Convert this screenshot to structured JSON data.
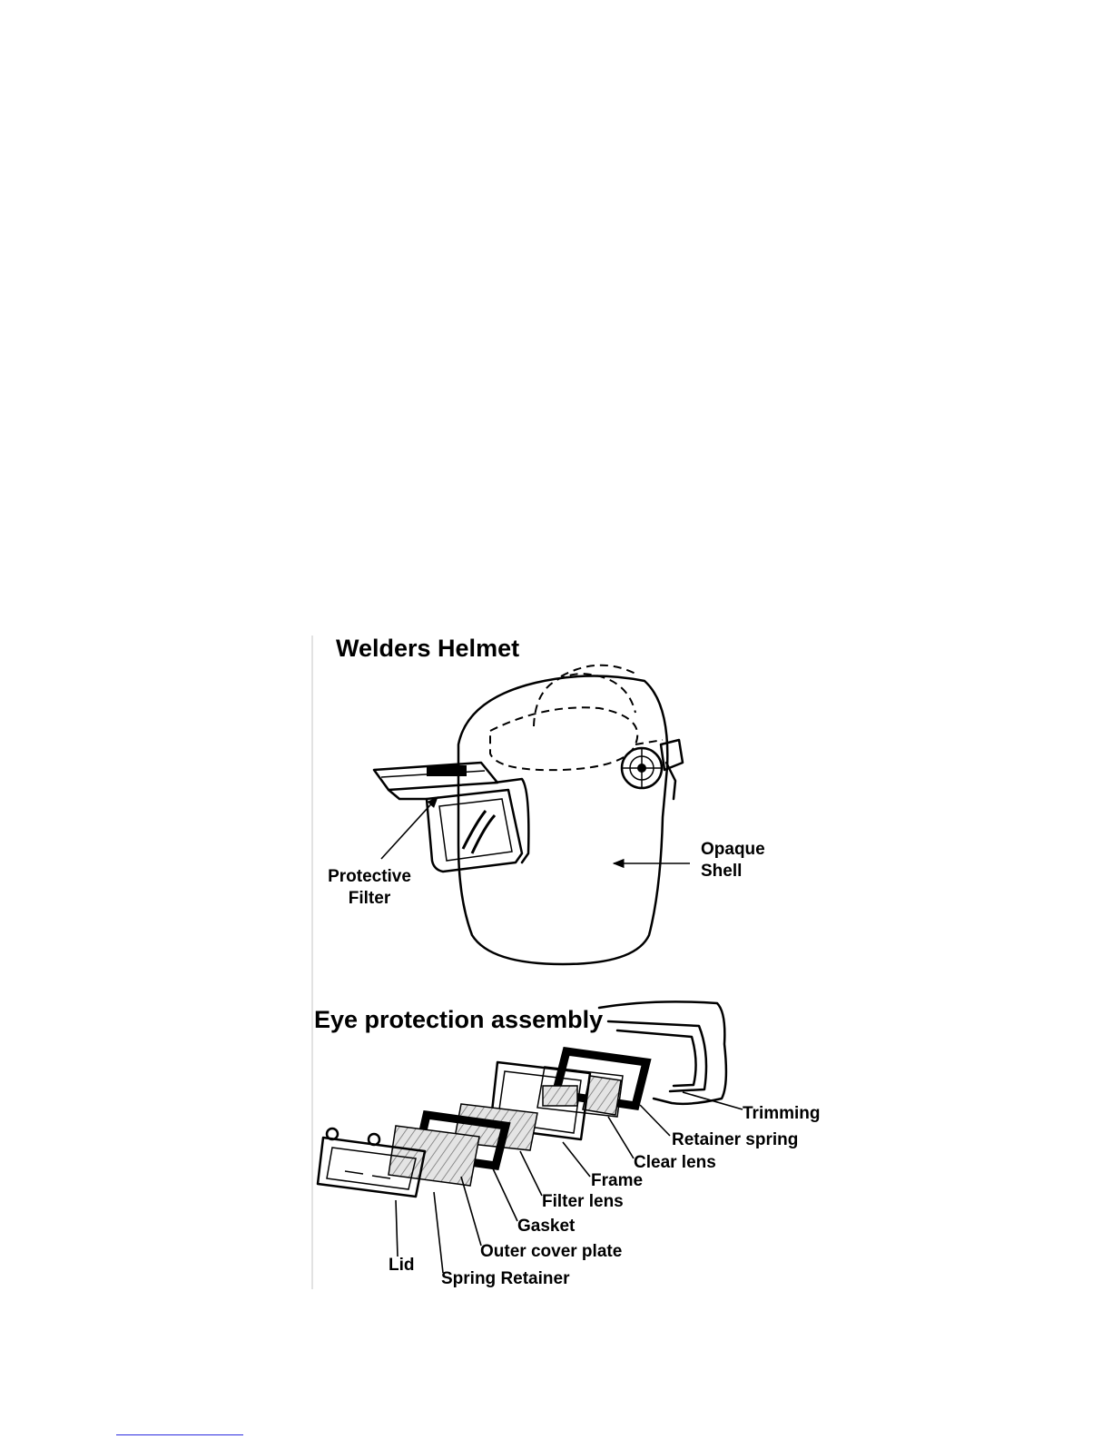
{
  "figure": {
    "helmet_title": "Welders Helmet",
    "assembly_title": "Eye protection assembly",
    "helmet_labels": {
      "protective_filter": [
        "Protective",
        "Filter"
      ],
      "opaque_shell": [
        "Opaque",
        "Shell"
      ]
    },
    "assembly_labels": {
      "trimming": "Trimming",
      "retainer_spring": "Retainer spring",
      "clear_lens": "Clear lens",
      "frame": "Frame",
      "filter_lens": "Filter lens",
      "gasket": "Gasket",
      "outer_cover_plate": "Outer cover plate",
      "lid": "Lid",
      "spring_retainer": "Spring Retainer"
    }
  },
  "colors": {
    "ink": "#000000",
    "background": "#ffffff",
    "footnote_rule": "#2a2ae0"
  }
}
